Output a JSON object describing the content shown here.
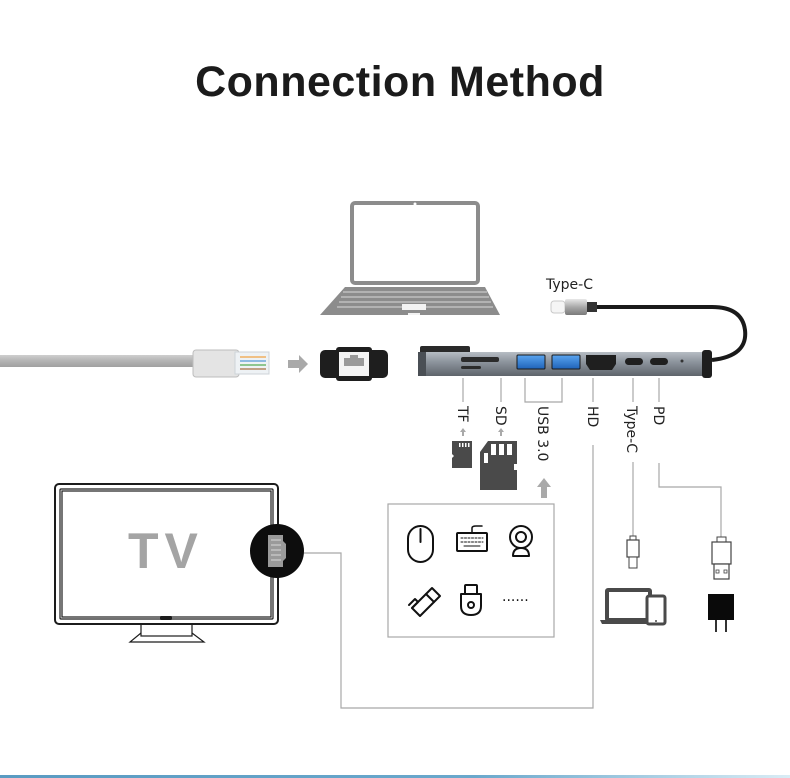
{
  "title": "Connection Method",
  "hub": {
    "input_label": "Type-C",
    "ports": [
      {
        "id": "tf",
        "label": "TF"
      },
      {
        "id": "sd",
        "label": "SD"
      },
      {
        "id": "usb",
        "label": "USB 3.0"
      },
      {
        "id": "hd",
        "label": "HD"
      },
      {
        "id": "typec",
        "label": "Type-C"
      },
      {
        "id": "pd",
        "label": "PD"
      }
    ]
  },
  "tv": {
    "label": "TV"
  },
  "usb_devices": {
    "items": [
      "mouse-icon",
      "keyboard-icon",
      "webcam-icon",
      "usb-flash-drive-icon",
      "usb-key-icon"
    ],
    "more": "......"
  },
  "colors": {
    "title": "#1b1b1b",
    "line": "#a8a8a8",
    "laptop": "#8c8c8c",
    "hub": "#8a929c",
    "usb_blue": "#2f7fd6",
    "accent_bottom": "#5a9bc2"
  }
}
